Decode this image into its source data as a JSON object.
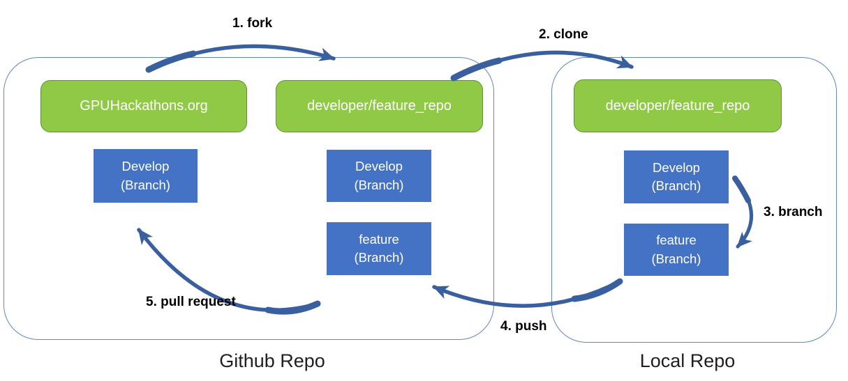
{
  "diagram": {
    "github": {
      "title": "Github Repo",
      "boxes": {
        "origin": {
          "label": "GPUHackathons.org"
        },
        "fork": {
          "label": "developer/feature_repo"
        },
        "origin_develop": {
          "line1": "Develop",
          "line2": "(Branch)"
        },
        "fork_develop": {
          "line1": "Develop",
          "line2": "(Branch)"
        },
        "fork_feature": {
          "line1": "feature",
          "line2": "(Branch)"
        }
      }
    },
    "local": {
      "title": "Local Repo",
      "boxes": {
        "clone": {
          "label": "developer/feature_repo"
        },
        "develop": {
          "line1": "Develop",
          "line2": "(Branch)"
        },
        "feature": {
          "line1": "feature",
          "line2": "(Branch)"
        }
      }
    },
    "steps": {
      "fork": "1. fork",
      "clone": "2. clone",
      "branch": "3. branch",
      "push": "4. push",
      "pull_request": "5. pull request"
    },
    "colors": {
      "repo_box_green": "#8fc945",
      "repo_box_border": "#5f9236",
      "branch_box_blue": "#4472c4",
      "arrow_blue": "#3a5f9f",
      "container_border": "#6186bd",
      "label_text": "#000000",
      "title_text": "#1f1f1f"
    }
  }
}
